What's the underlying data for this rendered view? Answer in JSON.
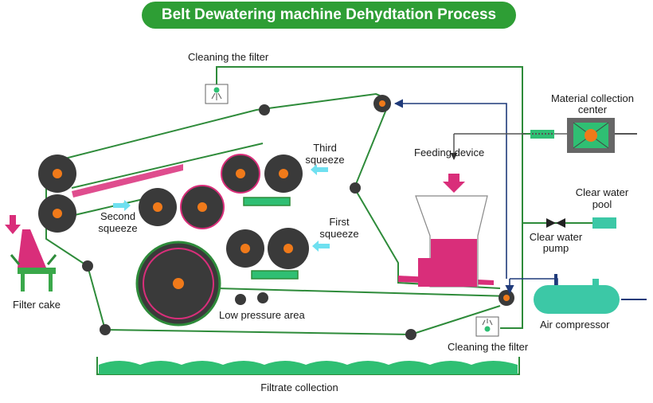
{
  "title": "Belt Dewatering machine Dehydtation Process",
  "labels": {
    "cleaning_filter_top": "Cleaning the filter",
    "cleaning_filter_bottom": "Cleaning the filter",
    "material_center_l1": "Material collection",
    "material_center_l2": "center",
    "feeding_device": "Feeding device",
    "third_squeeze_l1": "Third",
    "third_squeeze_l2": "squeeze",
    "second_squeeze_l1": "Second",
    "second_squeeze_l2": "squeeze",
    "first_squeeze_l1": "First",
    "first_squeeze_l2": "squeeze",
    "clear_water_pool_l1": "Clear water",
    "clear_water_pool_l2": "pool",
    "clear_water_pump_l1": "Clear water",
    "clear_water_pump_l2": "pump",
    "filter_cake": "Filter cake",
    "low_pressure_area": "Low pressure area",
    "air_compressor": "Air compressor",
    "filtrate_collection": "Filtrate collection"
  },
  "colors": {
    "title_bg": "#2e9e35",
    "belt_line": "#2e8b3a",
    "roller": "#3a3a3a",
    "roller_hub": "#f07a1a",
    "sludge": "#d92e7a",
    "water": "#2fbf73",
    "compressor": "#3cc8a6",
    "air_line": "#1f3a7a",
    "arrow_cyan": "#6fe0f0"
  }
}
